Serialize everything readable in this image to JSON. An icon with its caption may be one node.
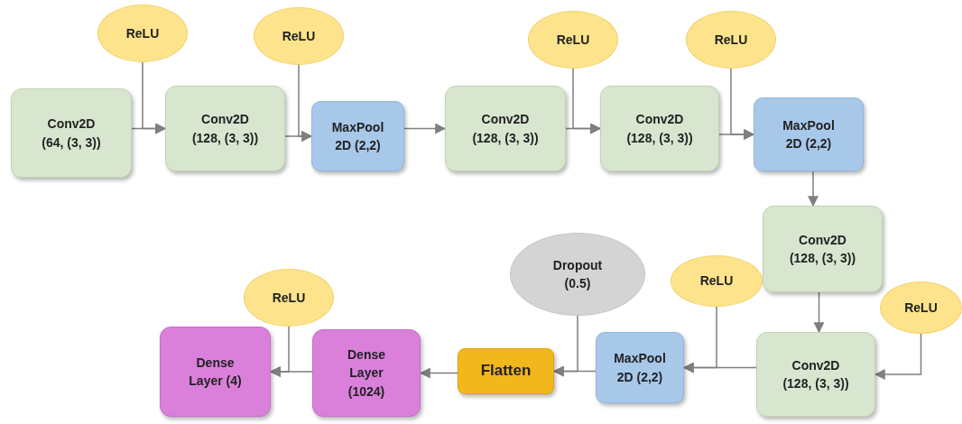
{
  "diagram": {
    "nodes": [
      {
        "text": [
          "ReLU"
        ]
      },
      {
        "text": [
          "ReLU"
        ]
      },
      {
        "text": [
          "ReLU"
        ]
      },
      {
        "text": [
          "ReLU"
        ]
      },
      {
        "text": [
          "Conv2D",
          "(64, (3, 3))"
        ]
      },
      {
        "text": [
          "Conv2D",
          "(128, (3, 3))"
        ]
      },
      {
        "text": [
          "MaxPool 2D (2,2)"
        ]
      },
      {
        "text": [
          "Conv2D",
          "(128, (3, 3))"
        ]
      },
      {
        "text": [
          "Conv2D",
          "(128, (3, 3))"
        ]
      },
      {
        "text": [
          "MaxPool 2D (2,2)"
        ]
      },
      {
        "text": [
          "Conv2D",
          "(128, (3, 3))"
        ]
      },
      {
        "text": [
          "Dropout (0.5)"
        ]
      },
      {
        "text": [
          "ReLU"
        ]
      },
      {
        "text": [
          "ReLU"
        ]
      },
      {
        "text": [
          "ReLU"
        ]
      },
      {
        "text": [
          "Dense Layer (4)"
        ]
      },
      {
        "text": [
          "Dense Layer (1024)"
        ]
      },
      {
        "text": [
          "Flatten"
        ]
      },
      {
        "text": [
          "MaxPool 2D (2,2)"
        ]
      },
      {
        "text": [
          "Conv2D",
          "(128, (3, 3))"
        ]
      }
    ],
    "edges": [
      {
        "from": 4,
        "to": 5,
        "arrow": "to"
      },
      {
        "from": 0,
        "to": 5,
        "arrow": "to"
      },
      {
        "from": 5,
        "to": 6,
        "arrow": "to"
      },
      {
        "from": 1,
        "to": 6,
        "arrow": "to"
      },
      {
        "from": 6,
        "to": 7,
        "arrow": "to"
      },
      {
        "from": 7,
        "to": 8,
        "arrow": "to"
      },
      {
        "from": 2,
        "to": 8,
        "arrow": "to"
      },
      {
        "from": 8,
        "to": 9,
        "arrow": "to"
      },
      {
        "from": 3,
        "to": 9,
        "arrow": "to"
      },
      {
        "from": 9,
        "to": 10,
        "arrow": "to"
      },
      {
        "from": 10,
        "to": 19,
        "arrow": "to"
      },
      {
        "from": 13,
        "to": 19,
        "arrow": "to"
      },
      {
        "from": 19,
        "to": 18,
        "arrow": "to"
      },
      {
        "from": 12,
        "to": 18,
        "arrow": "to"
      },
      {
        "from": 18,
        "to": 17,
        "arrow": "to"
      },
      {
        "from": 11,
        "to": 17,
        "arrow": "to"
      },
      {
        "from": 17,
        "to": 16,
        "arrow": "to"
      },
      {
        "from": 16,
        "to": 15,
        "arrow": "to"
      },
      {
        "from": 14,
        "to": 15,
        "arrow": "to"
      }
    ]
  }
}
